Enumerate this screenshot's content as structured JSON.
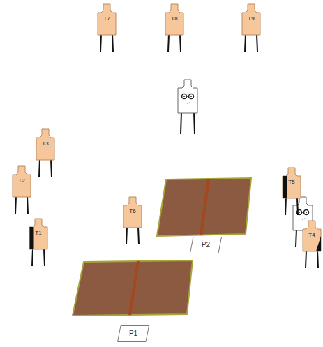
{
  "diagram": {
    "nodes": [
      {
        "text": [
          "T7"
        ]
      },
      {
        "text": [
          "T8"
        ]
      },
      {
        "text": [
          "T9"
        ]
      },
      {
        "text": [
          "T3"
        ]
      },
      {
        "text": [
          "T2"
        ]
      },
      {
        "text": [
          "T5"
        ]
      },
      {
        "text": [
          "T6"
        ]
      },
      {
        "text": [
          "T1"
        ]
      },
      {
        "text": [
          "T4"
        ]
      },
      {
        "text": [
          "P2"
        ]
      },
      {
        "text": [
          "P1"
        ]
      }
    ]
  }
}
